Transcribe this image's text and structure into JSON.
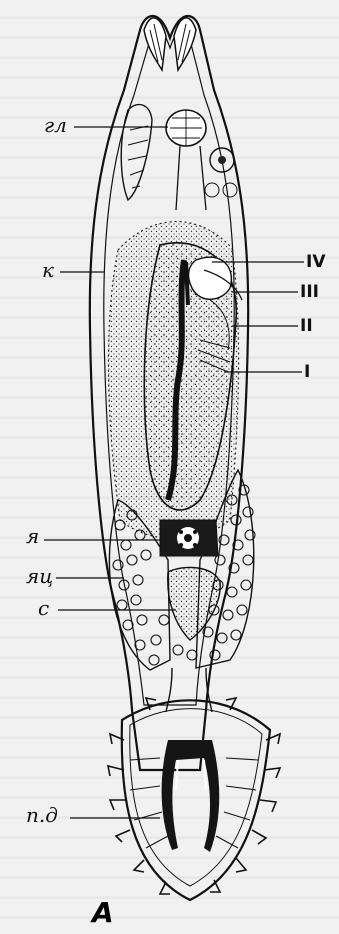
{
  "labels": {
    "gl": "гл",
    "k": "к",
    "ya": "я",
    "yats": "яц",
    "s": "с",
    "pd": "п.д",
    "iv": "IV",
    "iii": "III",
    "ii": "II",
    "i": "I"
  },
  "caption": "A",
  "colors": {
    "ink": "#111111",
    "paper": "#f1f1f1"
  }
}
